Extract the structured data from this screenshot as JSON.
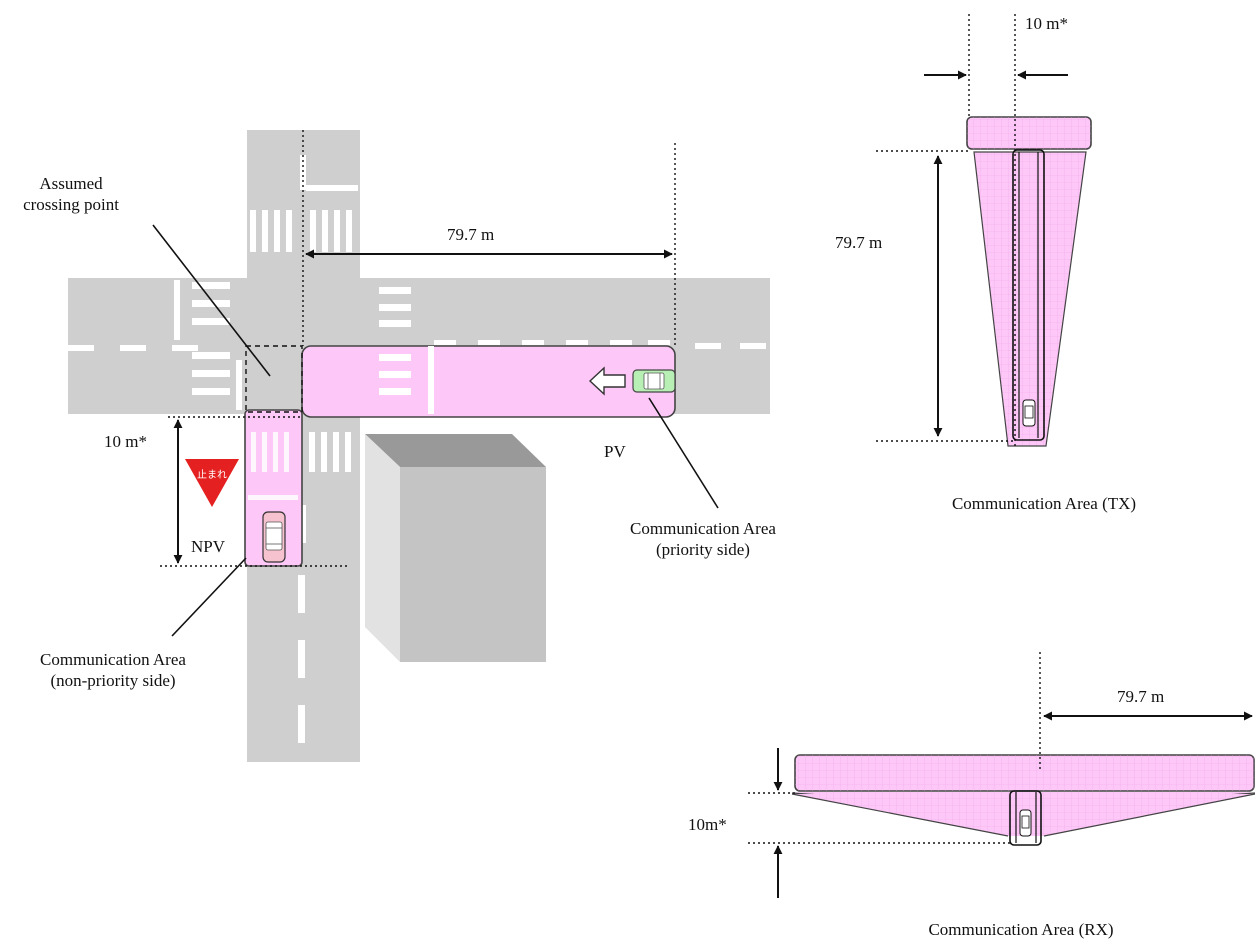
{
  "labels": {
    "assumed_crossing_line1": "Assumed",
    "assumed_crossing_line2": "crossing point",
    "distance_main": "79.7 m",
    "distance_side": "10 m*",
    "pv": "PV",
    "npv": "NPV",
    "stop_sign_text": "止まれ",
    "comm_priority_line1": "Communication Area",
    "comm_priority_line2": "(priority side)",
    "comm_nonpriority_line1": "Communication Area",
    "comm_nonpriority_line2": "(non-priority side)",
    "tx_width": "10 m*",
    "tx_length": "79.7 m",
    "tx_caption": "Communication Area (TX)",
    "rx_length": "79.7 m",
    "rx_width": "10m*",
    "rx_caption": "Communication Area (RX)"
  },
  "colors": {
    "road": "#cfcfcf",
    "lane_marking": "#ffffff",
    "comm_area_fill": "#fdc8f8",
    "comm_area_stroke": "#444444",
    "building_front": "#c4c4c4",
    "building_side": "#e2e2e2",
    "building_top": "#999999",
    "stop_sign": "#e52020",
    "pv_car": "#b8efb4",
    "npv_car": "#f6c2cf"
  },
  "icons": {
    "stop_sign": "stop-sign-icon",
    "pv_vehicle": "car-icon",
    "npv_vehicle": "car-icon",
    "direction": "arrow-left-icon"
  }
}
